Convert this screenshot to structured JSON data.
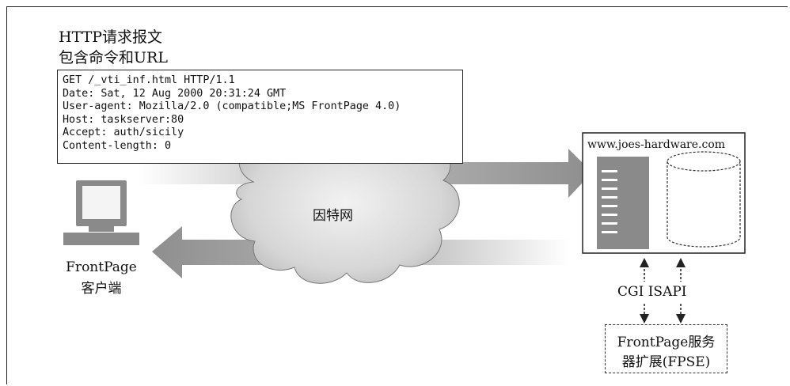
{
  "header": {
    "title_line1": "HTTP请求报文",
    "title_line2": "包含命令和URL"
  },
  "http_request": {
    "lines": [
      "GET /_vti_inf.html HTTP/1.1",
      "Date: Sat, 12 Aug 2000 20:31:24 GMT",
      "User-agent: Mozilla/2.0 (compatible;MS FrontPage 4.0)",
      "Host: taskserver:80",
      "Accept: auth/sicily",
      "Content-length: 0"
    ]
  },
  "cloud": {
    "label": "因特网"
  },
  "client": {
    "label_line1": "FrontPage",
    "label_line2": "客户端",
    "icon": "computer-icon"
  },
  "server": {
    "label": "www.joes-hardware.com",
    "icon": "server-icon",
    "storage_icon": "database-icon"
  },
  "interfaces": {
    "label": "CGI ISAPI"
  },
  "fpse": {
    "label_line1": "FrontPage服务",
    "label_line2": "器扩展(FPSE)"
  },
  "colors": {
    "arrow": "#9a9a9a",
    "cloud": "#c8c8c8",
    "device": "#8a8a8a",
    "border": "#222222"
  }
}
